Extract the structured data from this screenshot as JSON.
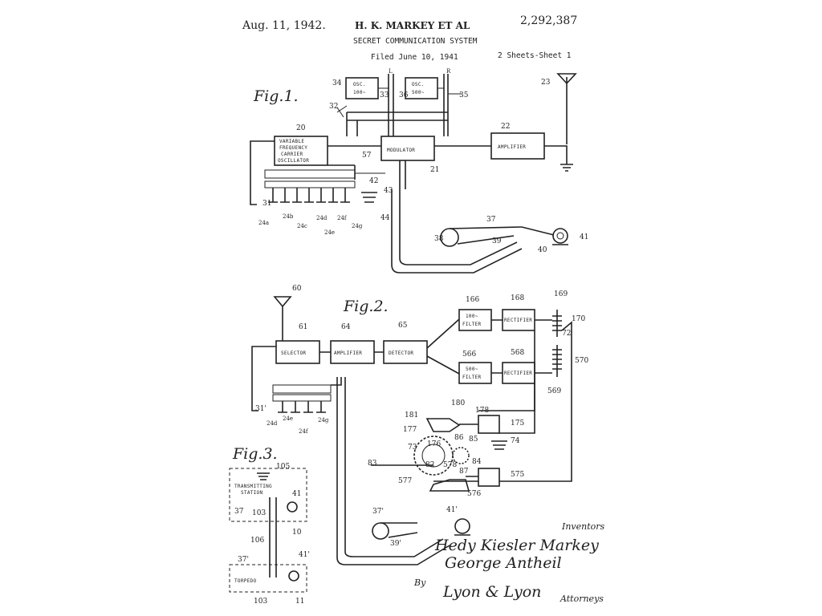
{
  "header": {
    "date": "Aug. 11, 1942.",
    "inventors_short": "H. K. MARKEY ET AL",
    "patent_number": "2,292,387",
    "title": "SECRET COMMUNICATION SYSTEM",
    "filed": "Filed June 10, 1941",
    "sheets": "2 Sheets-Sheet 1"
  },
  "fig1": {
    "title": "Fig.1.",
    "osc_100": [
      "OSC.",
      "100~"
    ],
    "osc_500": [
      "OSC.",
      "500~"
    ],
    "vfo": [
      "VARIABLE",
      "FREQUENCY",
      "CARRIER",
      "OSCILLATOR"
    ],
    "modulator": "MODULATOR",
    "amplifier": "AMPLIFIER",
    "refs": {
      "r34": "34",
      "r33": "33",
      "r36": "36",
      "r35": "35",
      "r32": "32",
      "r20": "20",
      "r22": "22",
      "r23": "23",
      "r57": "57",
      "r21": "21",
      "r42": "42",
      "r43": "43",
      "r44": "44",
      "r31": "31",
      "r37": "37",
      "r38": "38",
      "r39": "39",
      "r40": "40",
      "r41": "41",
      "rL": "L",
      "rR": "R",
      "k24a": "24a",
      "k24b": "24b",
      "k24c": "24c",
      "k24d": "24d",
      "k24e": "24e",
      "k24f": "24f",
      "k24g": "24g"
    }
  },
  "fig2": {
    "title": "Fig.2.",
    "selector": "SELECTOR",
    "amplifier": "AMPLIFIER",
    "detector": "DETECTOR",
    "filter_100": [
      "100~",
      "FILTER"
    ],
    "filter_500": [
      "500~",
      "FILTER"
    ],
    "rectifier": "RECTIFIER",
    "refs": {
      "r60": "60",
      "r61": "61",
      "r64": "64",
      "r65": "65",
      "r166": "166",
      "r168": "168",
      "r169": "169",
      "r170": "170",
      "r72": "72",
      "r566": "566",
      "r568": "568",
      "r570": "570",
      "r569": "569",
      "r31p": "31'",
      "r180": "180",
      "r181": "181",
      "r177": "177",
      "r178": "178",
      "r175": "175",
      "r176": "176",
      "r86": "86",
      "r85": "85",
      "r74": "74",
      "r73": "73",
      "r82": "82",
      "r578": "578",
      "r84": "84",
      "r87": "87",
      "r83": "83",
      "r577": "577",
      "r576": "576",
      "r575": "575",
      "r37p": "37'",
      "r39p": "39'",
      "r41p": "41'",
      "k24d": "24d",
      "k24e": "24e",
      "k24f": "24f",
      "k24g": "24g"
    }
  },
  "fig3": {
    "title": "Fig.3.",
    "transmitting_station": [
      "TRANSMITTING",
      "STATION"
    ],
    "torpedo": "TORPEDO",
    "refs": {
      "r105": "105",
      "r41": "41",
      "r37": "37",
      "r103": "103",
      "r10": "10",
      "r106": "106",
      "r37p": "37'",
      "r41p": "41'",
      "r103b": "103",
      "r11": "11"
    }
  },
  "signature": {
    "inventors_label": "Inventors",
    "name1": "Hedy Kiesler Markey",
    "name2": "George Antheil",
    "by": "By",
    "attorneys": "Lyon & Lyon",
    "attorneys_label": "Attorneys"
  }
}
